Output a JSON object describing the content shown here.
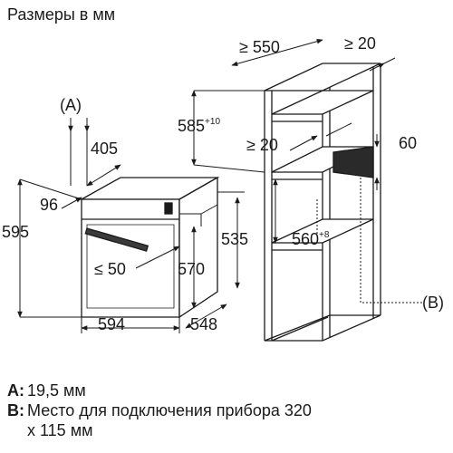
{
  "title": "Размеры в мм",
  "dimensions": {
    "oven_width": "594",
    "oven_depth": "548",
    "oven_height": "595",
    "front_depth": "405",
    "panel_thickness": "96",
    "door_gap": "≤ 50",
    "inner_width": "570",
    "inner_height": "535",
    "cabinet_depth": "≥ 550",
    "rear_gap": "≥ 20",
    "niche_depth_base": "585",
    "niche_depth_tolerance": "+10",
    "shelf_gap": "≥ 20",
    "vent_height": "60",
    "niche_height_base": "560",
    "niche_height_tolerance": "+8"
  },
  "labels": {
    "a_callout": "(A)",
    "b_callout": "(B)"
  },
  "legend": [
    {
      "key": "A:",
      "text": "19,5 мм"
    },
    {
      "key": "B:",
      "text": "Место для подключения прибора 320",
      "continuation": "x 115 мм"
    }
  ]
}
